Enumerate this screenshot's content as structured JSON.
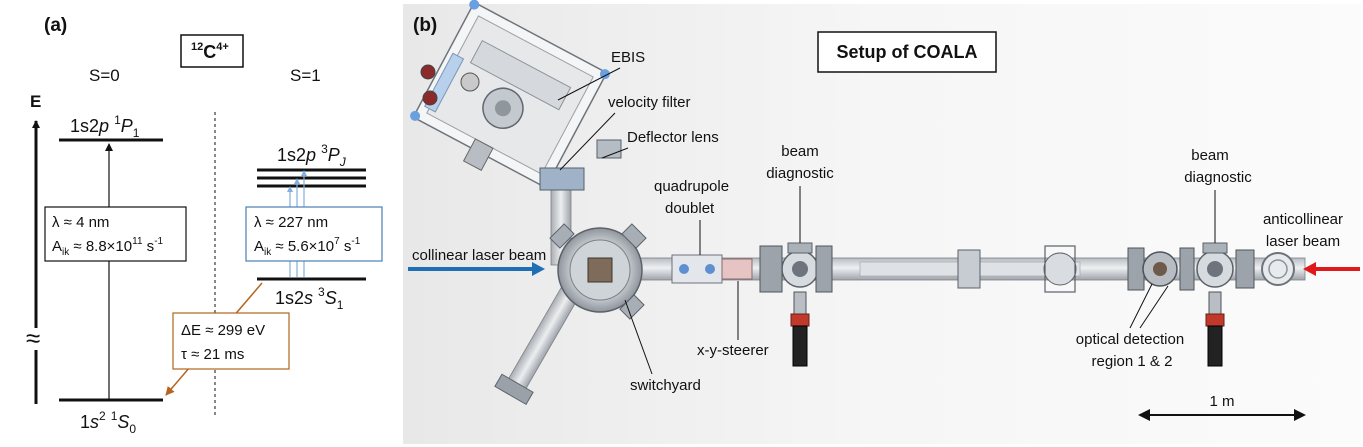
{
  "panel_a": {
    "tag": "(a)",
    "ion_mass": "12",
    "ion_element": "C",
    "ion_charge": "4+",
    "singlet_label": "S=0",
    "triplet_label": "S=1",
    "energy_axis_label": "E",
    "axis_break_symbol": "≈",
    "levels": {
      "upper_singlet": {
        "config": "1s2",
        "config_italic": "p",
        "mult": "1",
        "term": "P",
        "sub": "1"
      },
      "upper_triplet": {
        "config": "1s2",
        "config_italic": "p",
        "mult": "3",
        "term": "P",
        "sub": "J"
      },
      "lower_triplet": {
        "config": "1s2",
        "config_italic": "s",
        "mult": "3",
        "term": "S",
        "sub": "1"
      },
      "ground": {
        "config": "1",
        "config_italic": "s",
        "config_sup": "2",
        "mult": "1",
        "term": "S",
        "sub": "0"
      }
    },
    "singlet_transition": {
      "wavelength": "λ ≈ 4 nm",
      "rate_prefix": "A",
      "rate_sub": "ik",
      "rate_value": " ≈ 8.8×10",
      "rate_exp": "11",
      "rate_unit": " s",
      "rate_unit_exp": "-1"
    },
    "triplet_transition": {
      "wavelength": "λ ≈ 227 nm",
      "rate_prefix": "A",
      "rate_sub": "ik",
      "rate_value": " ≈ 5.6×10",
      "rate_exp": "7",
      "rate_unit": " s",
      "rate_unit_exp": "-1"
    },
    "metastable": {
      "energy": "ΔE ≈ 299 eV",
      "lifetime": "τ ≈ 21 ms"
    },
    "colors": {
      "singlet_box": "#111111",
      "triplet_box": "#4a7fb5",
      "metastable_box": "#b5651d",
      "laser_arrow": "#7fb0e0"
    }
  },
  "panel_b": {
    "tag": "(b)",
    "title": "Setup of COALA",
    "labels": {
      "ebis": "EBIS",
      "velocity_filter": "velocity filter",
      "deflector_lens": "Deflector lens",
      "quadrupole_1": "quadrupole",
      "quadrupole_2": "doublet",
      "beam_diag_1a": "beam",
      "beam_diag_1b": "diagnostic",
      "beam_diag_2a": "beam",
      "beam_diag_2b": "diagnostic",
      "anticollinear_1": "anticollinear",
      "anticollinear_2": "laser beam",
      "collinear": "collinear laser beam",
      "steerer": "x-y-steerer",
      "switchyard": "switchyard",
      "optical_1": "optical detection",
      "optical_2": "region 1 & 2",
      "scale": "1 m"
    },
    "colors": {
      "collinear_arrow": "#1f6fb5",
      "anticollinear_arrow": "#e0191b",
      "background": "#f3f3f3"
    }
  }
}
